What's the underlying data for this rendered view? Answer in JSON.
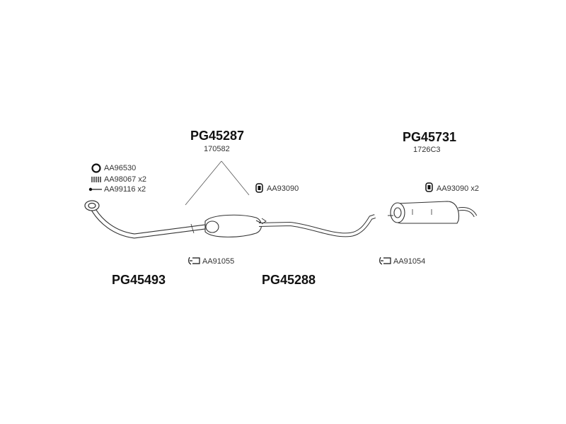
{
  "parts": {
    "front_pipe": {
      "code": "PG45493"
    },
    "center_muffler": {
      "code": "PG45287",
      "sub": "170582"
    },
    "center_pipe": {
      "code": "PG45288"
    },
    "rear_muffler": {
      "code": "PG45731",
      "sub": "1726C3"
    }
  },
  "accessories": {
    "ring": "AA96530",
    "spring": "AA98067 x2",
    "bolt": "AA99116 x2",
    "hanger_center": "AA93090",
    "hanger_rear": "AA93090 x2",
    "clamp_left": "AA91055",
    "clamp_right": "AA91054"
  },
  "colors": {
    "line": "#444444",
    "text": "#222222"
  }
}
